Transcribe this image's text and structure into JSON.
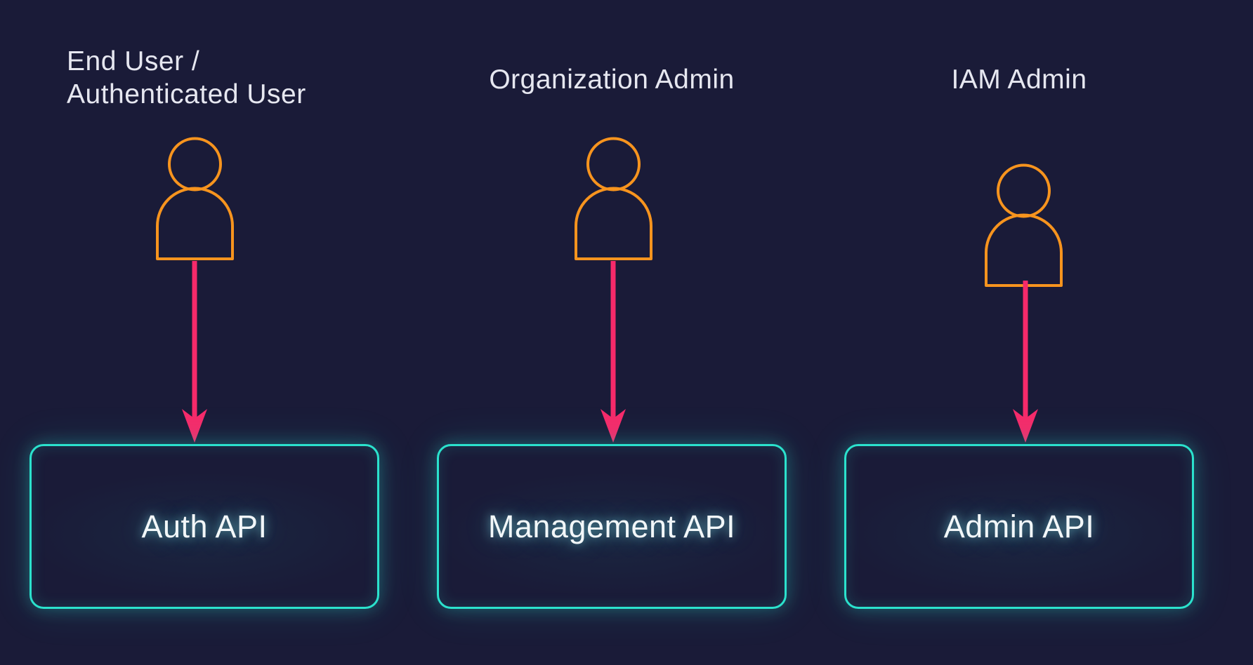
{
  "diagram": {
    "background_color": "#1a1b38",
    "accent_colors": {
      "actor_outline": "#f7941e",
      "arrow": "#f62a6a",
      "box_border": "#2be2cd",
      "text": "#e6e7f0"
    },
    "columns": [
      {
        "id": "end-user",
        "title_lines": [
          "End User /",
          "Authenticated User"
        ],
        "actor_icon": "person-icon",
        "arrow_icon": "arrow-down-icon",
        "api_box": {
          "label": "Auth API"
        }
      },
      {
        "id": "organization-admin",
        "title_lines": [
          "Organization Admin"
        ],
        "actor_icon": "person-icon",
        "arrow_icon": "arrow-down-icon",
        "api_box": {
          "label": "Management API"
        }
      },
      {
        "id": "iam-admin",
        "title_lines": [
          "IAM Admin"
        ],
        "actor_icon": "person-icon",
        "arrow_icon": "arrow-down-icon",
        "api_box": {
          "label": "Admin API"
        }
      }
    ]
  }
}
